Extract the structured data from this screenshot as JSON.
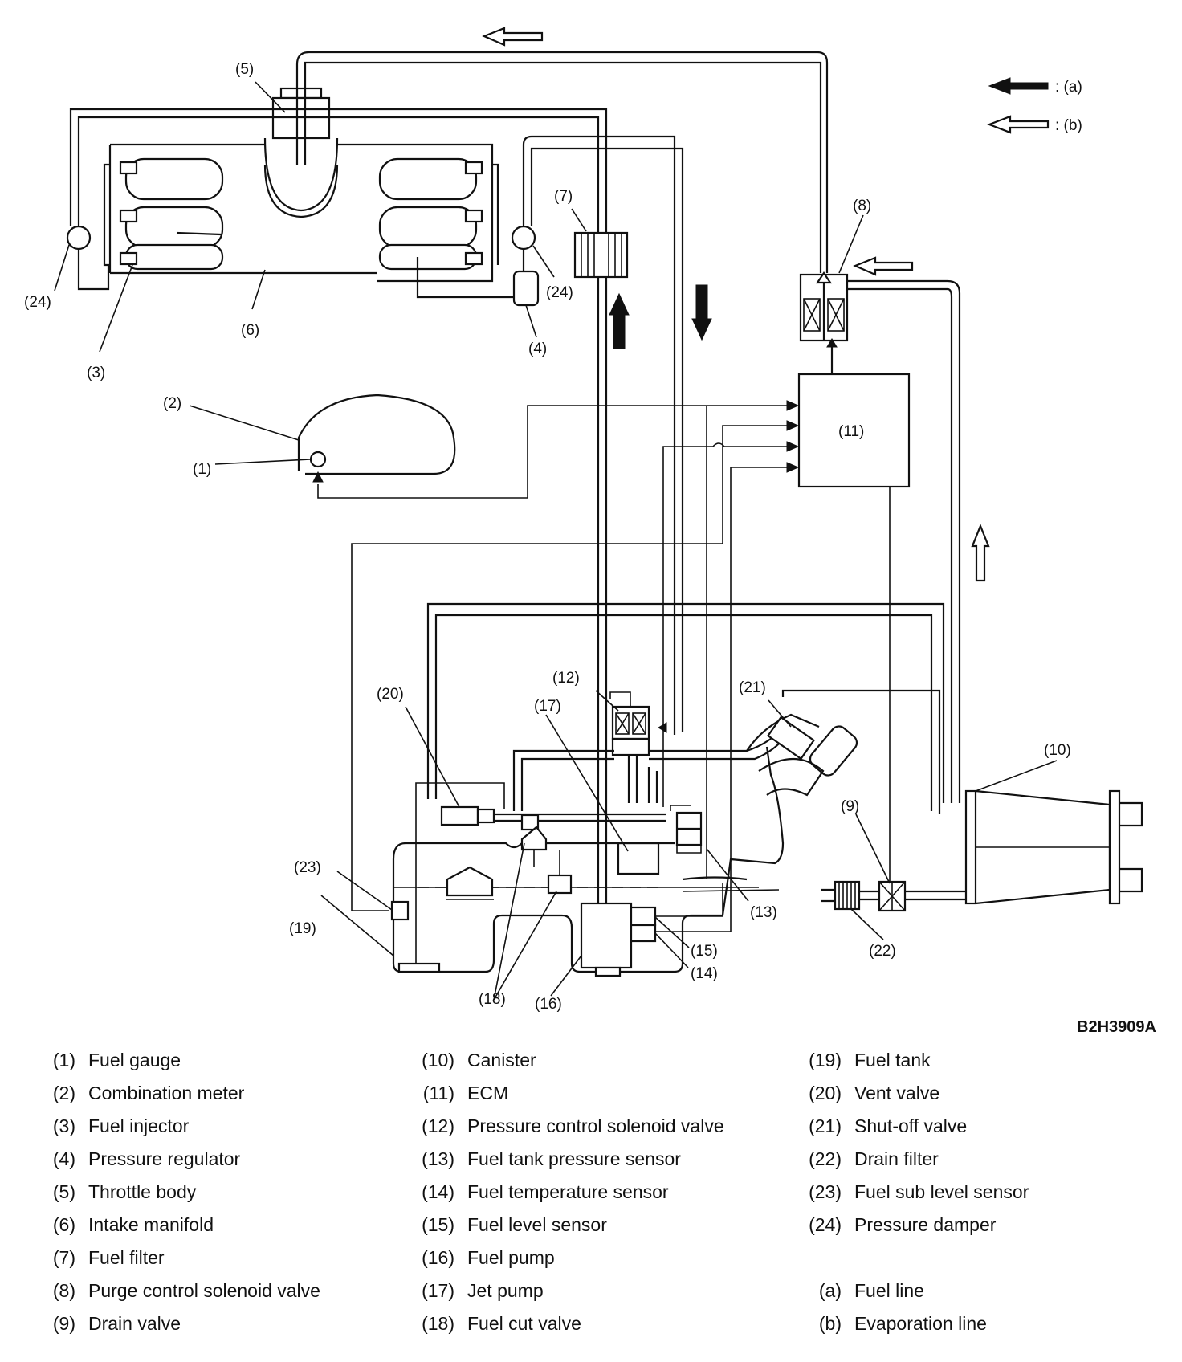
{
  "figure_code": "B2H3909A",
  "arrow_legend": [
    {
      "key": ": (a)"
    },
    {
      "key": ": (b)"
    }
  ],
  "callouts": {
    "c1": "(1)",
    "c2": "(2)",
    "c3": "(3)",
    "c4": "(4)",
    "c5": "(5)",
    "c6": "(6)",
    "c7": "(7)",
    "c8": "(8)",
    "c9": "(9)",
    "c10": "(10)",
    "c11": "(11)",
    "c12": "(12)",
    "c13": "(13)",
    "c14": "(14)",
    "c15": "(15)",
    "c16": "(16)",
    "c17": "(17)",
    "c18": "(18)",
    "c19": "(19)",
    "c20": "(20)",
    "c21": "(21)",
    "c22": "(22)",
    "c23": "(23)",
    "c24a": "(24)",
    "c24b": "(24)"
  },
  "legend": {
    "col1": [
      {
        "num": "(1)",
        "name": "Fuel gauge"
      },
      {
        "num": "(2)",
        "name": "Combination meter"
      },
      {
        "num": "(3)",
        "name": "Fuel injector"
      },
      {
        "num": "(4)",
        "name": "Pressure regulator"
      },
      {
        "num": "(5)",
        "name": "Throttle body"
      },
      {
        "num": "(6)",
        "name": "Intake manifold"
      },
      {
        "num": "(7)",
        "name": "Fuel filter"
      },
      {
        "num": "(8)",
        "name": "Purge control solenoid valve"
      },
      {
        "num": "(9)",
        "name": "Drain valve"
      }
    ],
    "col2": [
      {
        "num": "(10)",
        "name": "Canister"
      },
      {
        "num": "(11)",
        "name": "ECM"
      },
      {
        "num": "(12)",
        "name": "Pressure control solenoid valve"
      },
      {
        "num": "(13)",
        "name": "Fuel tank pressure sensor"
      },
      {
        "num": "(14)",
        "name": "Fuel temperature sensor"
      },
      {
        "num": "(15)",
        "name": "Fuel level sensor"
      },
      {
        "num": "(16)",
        "name": "Fuel pump"
      },
      {
        "num": "(17)",
        "name": "Jet pump"
      },
      {
        "num": "(18)",
        "name": "Fuel cut valve"
      }
    ],
    "col3": [
      {
        "num": "(19)",
        "name": "Fuel tank"
      },
      {
        "num": "(20)",
        "name": "Vent valve"
      },
      {
        "num": "(21)",
        "name": "Shut-off valve"
      },
      {
        "num": "(22)",
        "name": "Drain filter"
      },
      {
        "num": "(23)",
        "name": "Fuel sub level sensor"
      },
      {
        "num": "(24)",
        "name": "Pressure damper"
      }
    ],
    "col3_lines": [
      {
        "num": "(a)",
        "name": "Fuel line"
      },
      {
        "num": "(b)",
        "name": "Evaporation line"
      }
    ]
  }
}
